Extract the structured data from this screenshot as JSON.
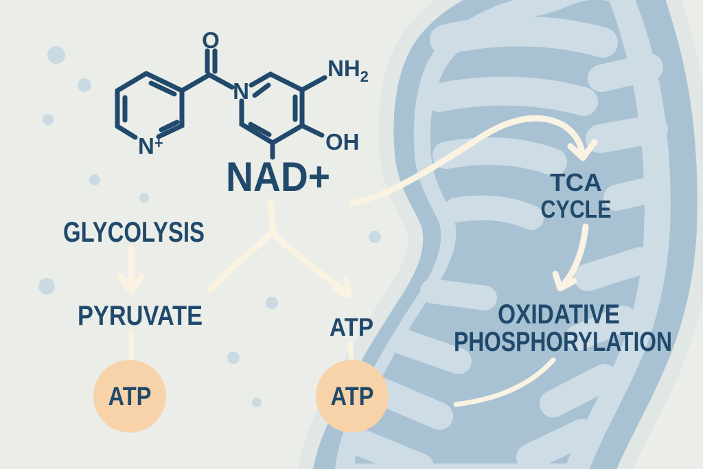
{
  "molecule": {
    "name": "NAD+",
    "atoms": {
      "oxygen": "O",
      "ring_nitrogen": "N",
      "pyridinium_n": "N",
      "pyridinium_charge": "+",
      "amine": "NH",
      "amine_subscript": "2",
      "hydroxyl": "OH"
    }
  },
  "pathway": {
    "glycolysis": "GLYCOLYSIS",
    "pyruvate": "PYRUVATE",
    "atp_product_label": "ATP",
    "atp_circle_left": "ATP",
    "atp_circle_right": "ATP",
    "tca": [
      "TCA",
      "CYCLE"
    ],
    "oxphos": [
      "OXIDATIVE",
      "PHOSPHORYLATION"
    ]
  },
  "colors": {
    "background": "#EAEDE8",
    "ink_navy": "#20496B",
    "mitochondrion_blue": "#A8C2D3",
    "mitochondrion_light": "#CEDCE5",
    "halo": "#E1E7E5",
    "arrow_cream": "#FAF3E2",
    "atp_peach": "#F8D2A9",
    "background_dot": "#C4D6E0"
  }
}
